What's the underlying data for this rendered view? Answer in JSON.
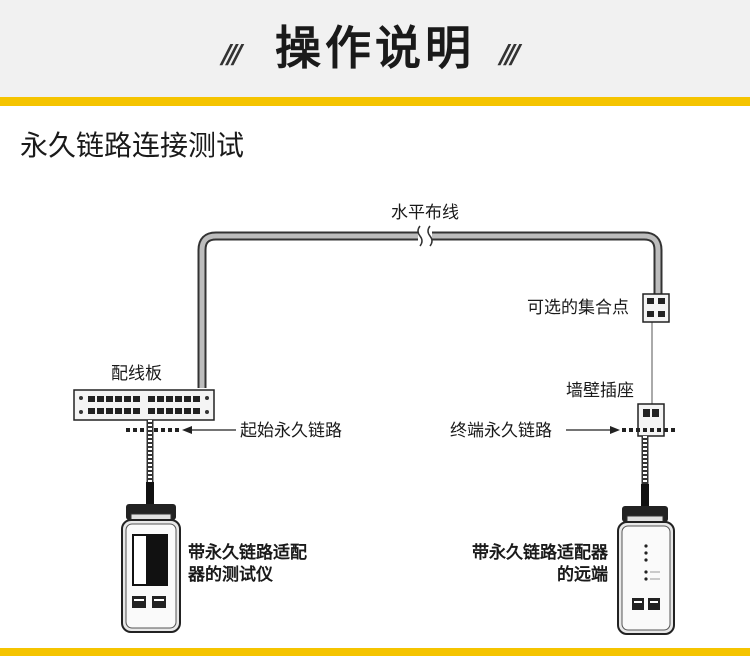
{
  "header": {
    "title": "操作说明",
    "left_deco": "///",
    "right_deco": "///"
  },
  "section_title": "永久链路连接测试",
  "labels": {
    "horizontal_cabling": "水平布线",
    "patch_panel": "配线板",
    "optional_consolidation_point": "可选的集合点",
    "wall_outlet": "墙壁插座",
    "link_start": "起始永久链路",
    "link_end": "终端永久链路",
    "tester_line1": "带永久链路适配",
    "tester_line2": "器的测试仪",
    "remote_line1": "带永久链路适配器",
    "remote_line2": "的远端"
  },
  "colors": {
    "accent": "#f5c400",
    "header_bg": "#f1f1f1"
  }
}
